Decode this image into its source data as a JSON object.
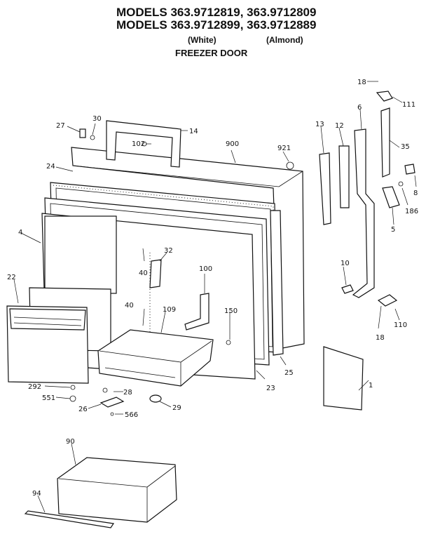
{
  "header": {
    "line1": "MODELS 363.9712819, 363.9712809",
    "line2": "MODELS 363.9712899, 363.9712889",
    "variant_white": "(White)",
    "variant_almond": "(Almond)",
    "subtitle": "FREEZER DOOR"
  },
  "callouts": {
    "c18a": "18",
    "c111": "111",
    "c6": "6",
    "c13": "13",
    "c12": "12",
    "c35": "35",
    "c27": "27",
    "c30": "30",
    "c14": "14",
    "c102": "102",
    "c900": "900",
    "c921": "921",
    "c24": "24",
    "c8": "8",
    "c186": "186",
    "c4": "4",
    "c5": "5",
    "c32": "32",
    "c40a": "40",
    "c100": "100",
    "c10": "10",
    "c22": "22",
    "c40b": "40",
    "c109": "109",
    "c150": "150",
    "c110": "110",
    "c18b": "18",
    "c25": "25",
    "c292": "292",
    "c28": "28",
    "c23": "23",
    "c1": "1",
    "c551": "551",
    "c26": "26",
    "c566": "566",
    "c29": "29",
    "c90": "90",
    "c94": "94"
  }
}
